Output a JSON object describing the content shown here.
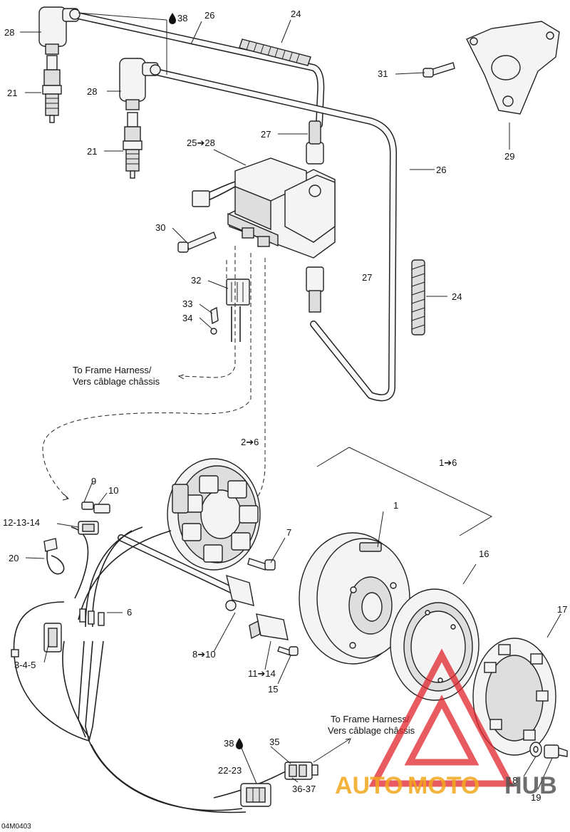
{
  "labels": {
    "l38a": "38",
    "l26a": "26",
    "l24a": "24",
    "l28a": "28",
    "l21a": "21",
    "l28b": "28",
    "l21b": "21",
    "l31": "31",
    "l29": "29",
    "l27a": "27",
    "l25_28": "25➔28",
    "l26b": "26",
    "l30": "30",
    "l27b": "27",
    "l32": "32",
    "l24b": "24",
    "l33": "33",
    "l34": "34",
    "l2_6": "2➔6",
    "l1_6": "1➔6",
    "l9": "9",
    "l10": "10",
    "l1": "1",
    "l12_14": "12-13-14",
    "l7": "7",
    "l16": "16",
    "l20": "20",
    "l17": "17",
    "l6": "6",
    "l3_5": "3-4-5",
    "l8_10": "8➔10",
    "l11_14": "11➔14",
    "l15": "15",
    "l38b": "38",
    "l35": "35",
    "l22_23": "22-23",
    "l36_37": "36-37",
    "l18": "18",
    "l19": "19"
  },
  "notes": {
    "frame_top_en": "To Frame Harness/",
    "frame_top_fr": "Vers câblage châssis",
    "frame_bottom_en": "To Frame Harness/",
    "frame_bottom_fr": "Vers câblage châssis"
  },
  "drawing_ref": "04M0403",
  "icons": {
    "oil_drop": "oil-drop-icon",
    "arrow": "arrow-right"
  },
  "watermark": {
    "auto": "AUTO",
    "moto": "MOTO",
    "hub": "HUB",
    "triangle_color": "#e0242b",
    "text_color": "#f2a81d"
  }
}
